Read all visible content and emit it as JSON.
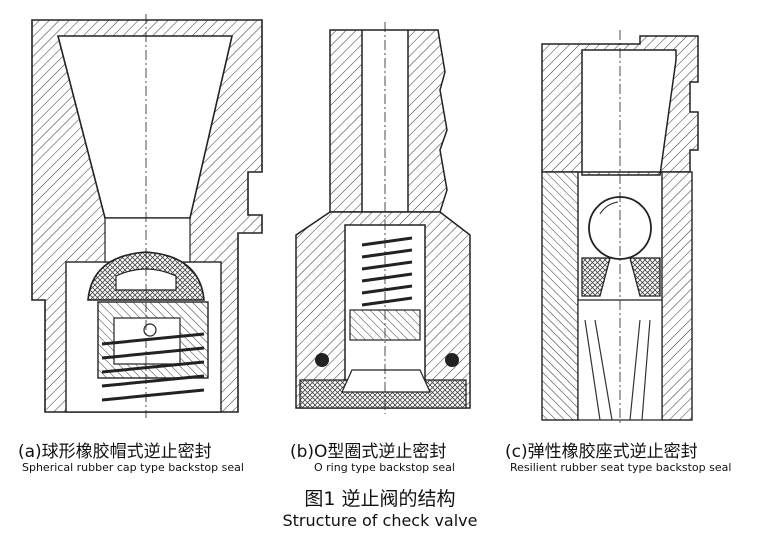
{
  "panels": [
    {
      "zh": "(a)球形橡胶帽式逆止密封",
      "en": "Spherical rubber cap type backstop seal"
    },
    {
      "zh": "(b)O型圈式逆止密封",
      "en": "O ring type backstop seal"
    },
    {
      "zh": "(c)弹性橡胶座式逆止密封",
      "en": "Resilient rubber seat type backstop seal"
    }
  ],
  "figure": {
    "title_zh": "图1 逆止阀的结构",
    "title_en": "Structure of check valve"
  }
}
